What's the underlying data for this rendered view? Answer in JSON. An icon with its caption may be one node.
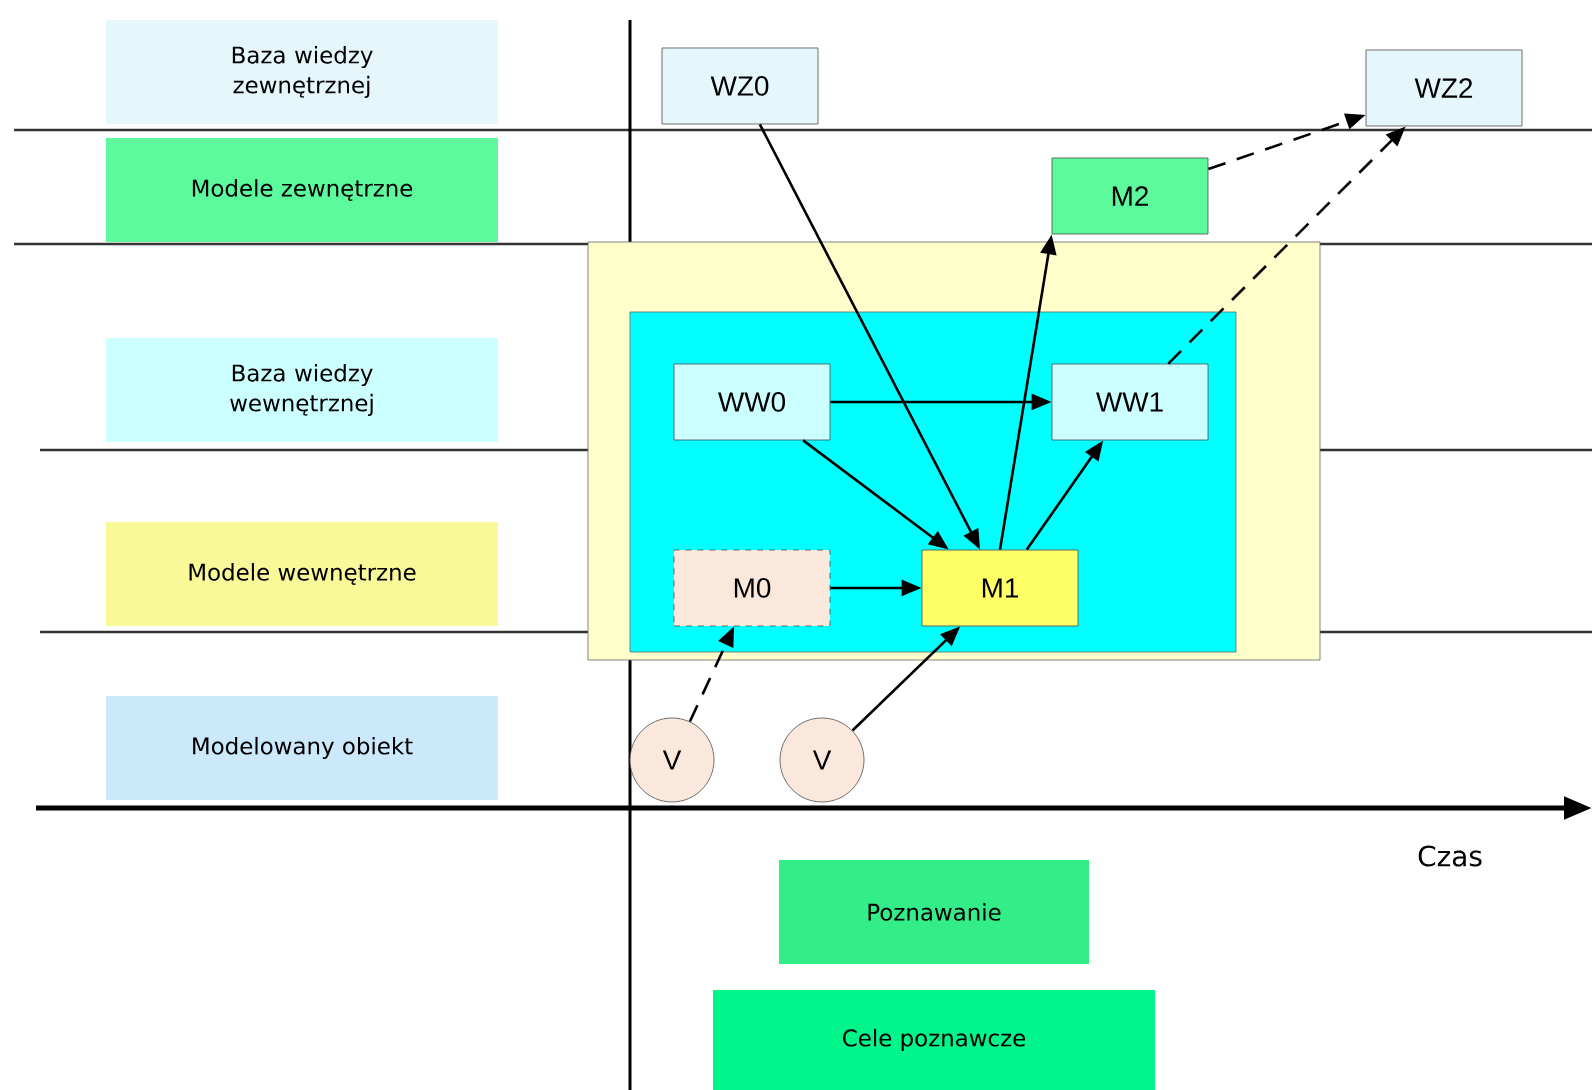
{
  "diagram": {
    "nodes": [
      {
        "text": [
          "Baza wiedzy zewnętrznej"
        ]
      },
      {
        "text": [
          "WZ0"
        ]
      },
      {
        "text": [
          "WZ2"
        ]
      },
      {
        "text": [
          "Modele zewnętrzne"
        ]
      },
      {
        "text": [
          "M2"
        ]
      },
      {
        "text": [],
        "shape": "box"
      },
      {
        "text": [],
        "shape": "box",
        "in": 5
      },
      {
        "text": [
          "Baza wiedzy wewnętrznej"
        ]
      },
      {
        "text": [
          "WW0"
        ],
        "in": 6
      },
      {
        "text": [
          "WW1"
        ],
        "in": 6
      },
      {
        "text": [
          "Modele wewnętrzne"
        ]
      },
      {
        "text": [
          "M0"
        ],
        "in": 6
      },
      {
        "text": [
          "M1"
        ],
        "in": 6
      },
      {
        "text": [
          "Modelowany obiekt"
        ]
      },
      {
        "text": [
          "V"
        ]
      },
      {
        "text": [
          "V"
        ]
      },
      {
        "text": [
          "Poznawanie"
        ]
      },
      {
        "text": [
          "Cele poznawcze"
        ]
      }
    ],
    "edges": [
      {
        "from": 1,
        "to": 12,
        "arrow": "to"
      },
      {
        "from": 8,
        "to": 12,
        "arrow": "to"
      },
      {
        "from": 8,
        "to": 9,
        "arrow": "to"
      },
      {
        "from": 11,
        "to": 12,
        "arrow": "to"
      },
      {
        "from": 14,
        "to": 11,
        "arrow": "to",
        "style": "dashed"
      },
      {
        "from": 15,
        "to": 12,
        "arrow": "to"
      },
      {
        "from": 12,
        "to": 4,
        "arrow": "to"
      },
      {
        "from": 12,
        "to": 9,
        "arrow": "to"
      },
      {
        "from": 4,
        "to": 2,
        "arrow": "to",
        "style": "dashed"
      },
      {
        "from": 9,
        "to": 2,
        "arrow": "to",
        "style": "dashed"
      }
    ],
    "labels": [
      "Czas"
    ]
  }
}
